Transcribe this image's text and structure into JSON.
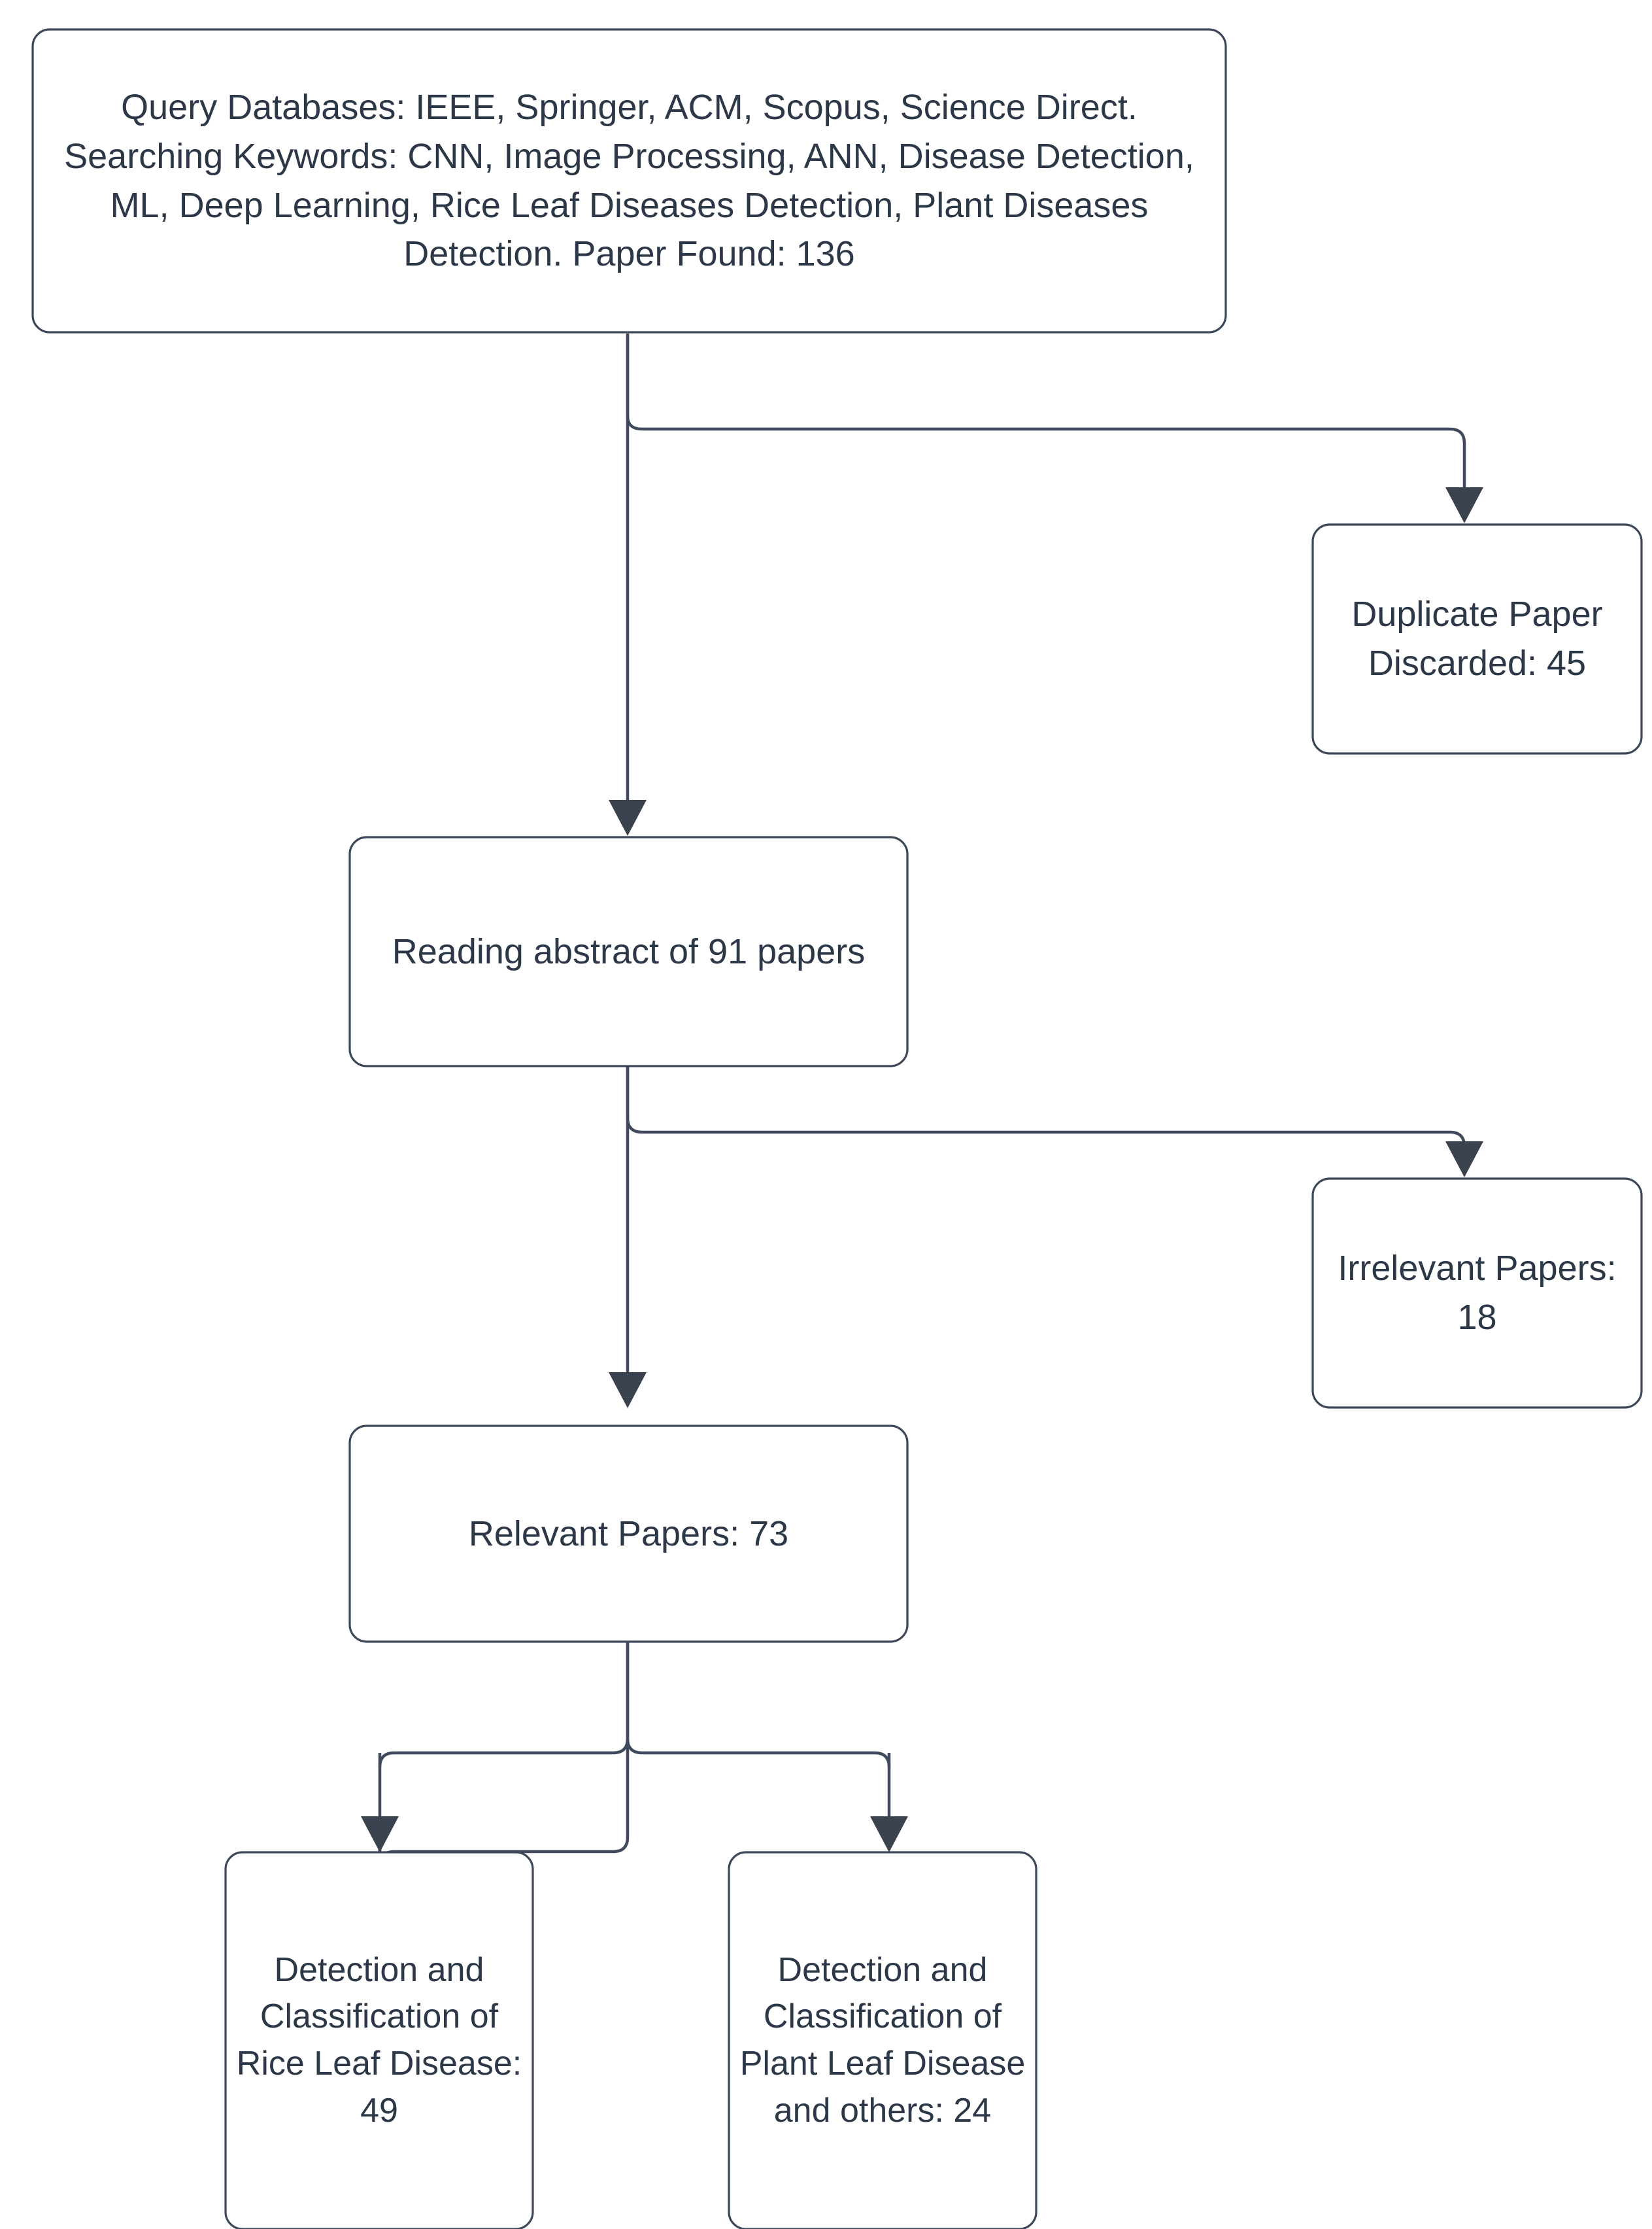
{
  "diagram": {
    "type": "flowchart",
    "orientation": "top-down",
    "title": "Literature selection flowchart",
    "colors": {
      "background": "#ffffff",
      "node_fill": "#ffffff",
      "node_border": "#3c4757",
      "edge": "#404a5c",
      "text": "#2c3848"
    },
    "nodes": [
      {
        "id": "query",
        "label": "Query Databases: IEEE, Springer, ACM, Scopus, Science Direct. Searching Keywords: CNN, Image Processing, ANN, Disease Detection, ML, Deep Learning, Rice Leaf Diseases Detection, Plant Diseases Detection. Paper Found: 136",
        "count": 136
      },
      {
        "id": "duplicate",
        "label": "Duplicate Paper Discarded: 45",
        "count": 45
      },
      {
        "id": "abstract",
        "label": "Reading abstract of 91 papers",
        "count": 91
      },
      {
        "id": "irrelevant",
        "label": "Irrelevant Papers: 18",
        "count": 18
      },
      {
        "id": "relevant",
        "label": "Relevant Papers: 73",
        "count": 73
      },
      {
        "id": "rice",
        "label": "Detection and Classification of Rice Leaf Disease: 49",
        "count": 49
      },
      {
        "id": "plant",
        "label": "Detection and Classification of Plant Leaf Disease and others: 24",
        "count": 24
      }
    ],
    "edges": [
      {
        "from": "query",
        "to": "duplicate"
      },
      {
        "from": "query",
        "to": "abstract"
      },
      {
        "from": "abstract",
        "to": "irrelevant"
      },
      {
        "from": "abstract",
        "to": "relevant"
      },
      {
        "from": "relevant",
        "to": "rice"
      },
      {
        "from": "relevant",
        "to": "plant"
      }
    ]
  },
  "chart_data": {
    "type": "flowchart",
    "title": "Paper screening counts",
    "categories": [
      "Paper Found",
      "Duplicate Paper Discarded",
      "Reading abstract",
      "Irrelevant Papers",
      "Relevant Papers",
      "Rice Leaf Disease",
      "Plant Leaf Disease and others"
    ],
    "values": [
      136,
      45,
      91,
      18,
      73,
      49,
      24
    ]
  }
}
